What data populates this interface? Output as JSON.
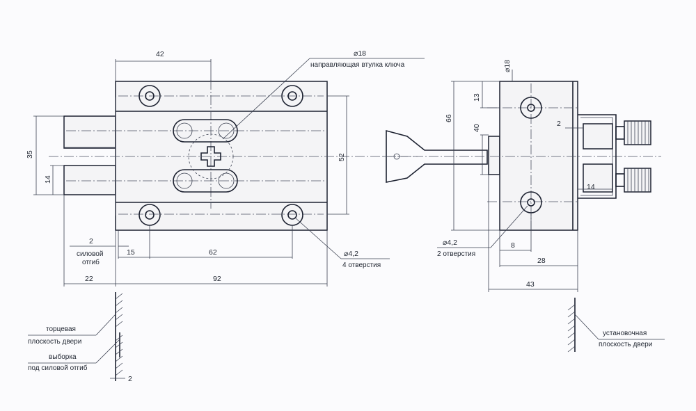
{
  "front_view": {
    "dim_top_width": "42",
    "dim_height_outer": "35",
    "dim_height_lower": "14",
    "dim_right_height": "52",
    "dim_bend": "2",
    "dim_bend_label_1": "силовой",
    "dim_bend_label_2": "отгиб",
    "dim_15": "15",
    "dim_62": "62",
    "dim_22": "22",
    "dim_92": "92",
    "dim_bottom_2": "2",
    "key_bushing_dia": "⌀18",
    "key_bushing_label": "направляющая втулка ключа",
    "holes_dia": "⌀4,2",
    "holes_label": "4 отверстия",
    "door_end_plane_1": "торцевая",
    "door_end_plane_2": "плоскость двери",
    "recess_1": "выборка",
    "recess_2": "под силовой отгиб"
  },
  "side_view": {
    "dim_dia18": "⌀18",
    "dim_66": "66",
    "dim_13": "13",
    "dim_40": "40",
    "dim_2": "2",
    "dim_14": "14",
    "holes_dia": "⌀4,2",
    "holes_label": "2 отверстия",
    "dim_8": "8",
    "dim_28": "28",
    "dim_43": "43",
    "mount_plane_1": "установочная",
    "mount_plane_2": "плоскость двери"
  }
}
